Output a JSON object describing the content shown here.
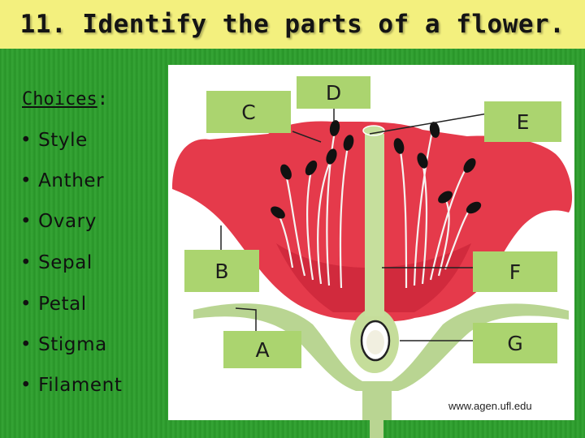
{
  "title": "11. Identify the parts of a flower.",
  "choices": {
    "heading": "Choices",
    "heading_suffix": ":",
    "items": [
      "• Style",
      "• Anther",
      "• Ovary",
      "• Sepal",
      "• Petal",
      "• Stigma",
      "• Filament"
    ]
  },
  "labels": {
    "a": "A",
    "b": "B",
    "c": "C",
    "d": "D",
    "e": "E",
    "f": "F",
    "g": "G"
  },
  "credit": "www.agen.ufl.edu",
  "colors": {
    "background": "#2f9b2f",
    "title_bar": "#f3f07e",
    "label_box": "#abd46f",
    "petal": "#e53a4b",
    "stem": "#b9d592"
  }
}
